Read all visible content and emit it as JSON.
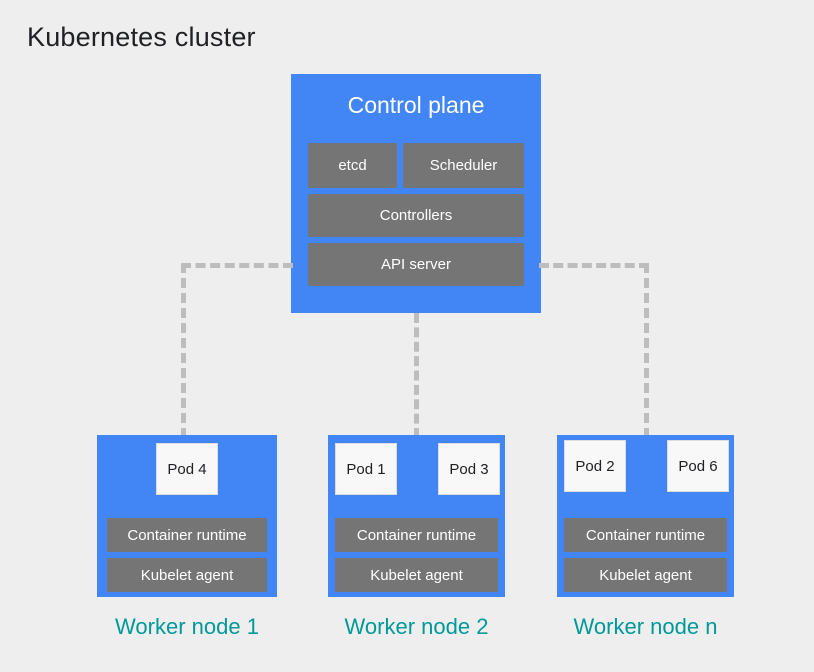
{
  "title": "Kubernetes cluster",
  "colors": {
    "background": "#eeeeee",
    "node_blue": "#4285f4",
    "component_gray": "#757575",
    "caption_teal": "#009999",
    "connector_gray": "#bdbdbd",
    "pod_white": "#f8f8f8",
    "title_text": "#202124"
  },
  "control_plane": {
    "title": "Control plane",
    "components": [
      {
        "label": "etcd"
      },
      {
        "label": "Scheduler"
      },
      {
        "label": "Controllers"
      },
      {
        "label": "API server"
      }
    ]
  },
  "worker_nodes": [
    {
      "caption": "Worker node 1",
      "pods": [
        {
          "label": "Pod 4"
        }
      ],
      "bars": [
        {
          "label": "Container runtime"
        },
        {
          "label": "Kubelet agent"
        }
      ]
    },
    {
      "caption": "Worker node 2",
      "pods": [
        {
          "label": "Pod 1"
        },
        {
          "label": "Pod 3"
        }
      ],
      "bars": [
        {
          "label": "Container runtime"
        },
        {
          "label": "Kubelet agent"
        }
      ]
    },
    {
      "caption": "Worker node n",
      "pods": [
        {
          "label": "Pod 2"
        },
        {
          "label": "Pod 6"
        }
      ],
      "bars": [
        {
          "label": "Container runtime"
        },
        {
          "label": "Kubelet agent"
        }
      ]
    }
  ],
  "connectors": {
    "left_label": "api-server-to-worker-node-1",
    "center_label": "api-server-to-worker-node-2",
    "right_label": "api-server-to-worker-node-n"
  }
}
